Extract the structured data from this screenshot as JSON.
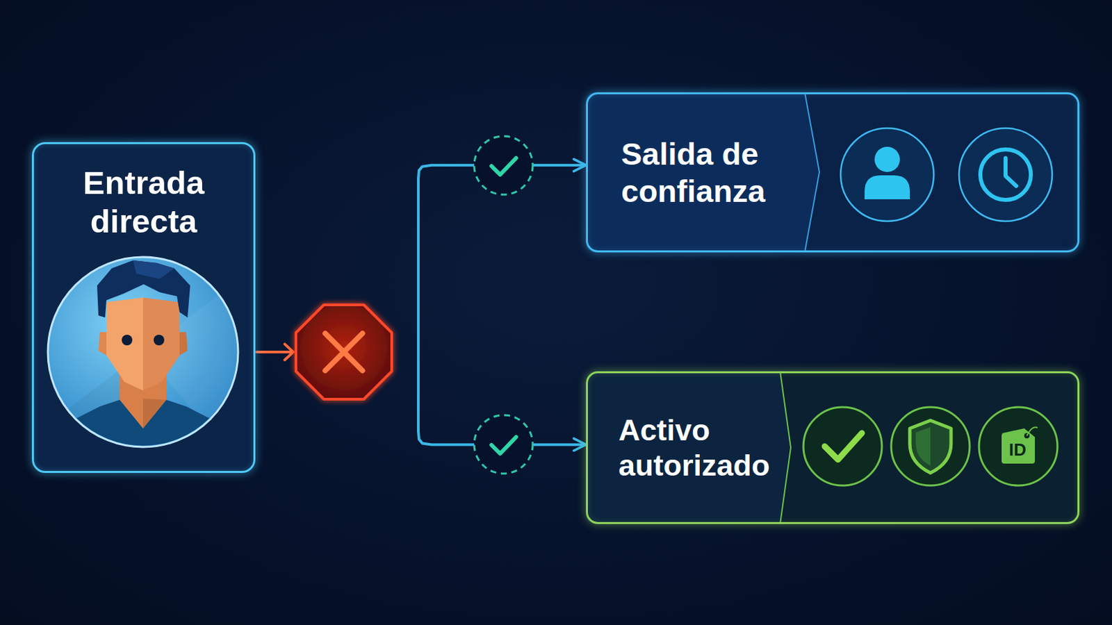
{
  "diagram": {
    "nodes": [
      {
        "text": [
          "Entrada directa"
        ]
      },
      {
        "text": [
          "Salida de confianza"
        ]
      },
      {
        "text": [
          "Activo autorizado"
        ]
      }
    ],
    "edges": [
      {
        "from": 1,
        "to": 2,
        "arrow": "both"
      }
    ],
    "labels": [
      "ID"
    ]
  }
}
